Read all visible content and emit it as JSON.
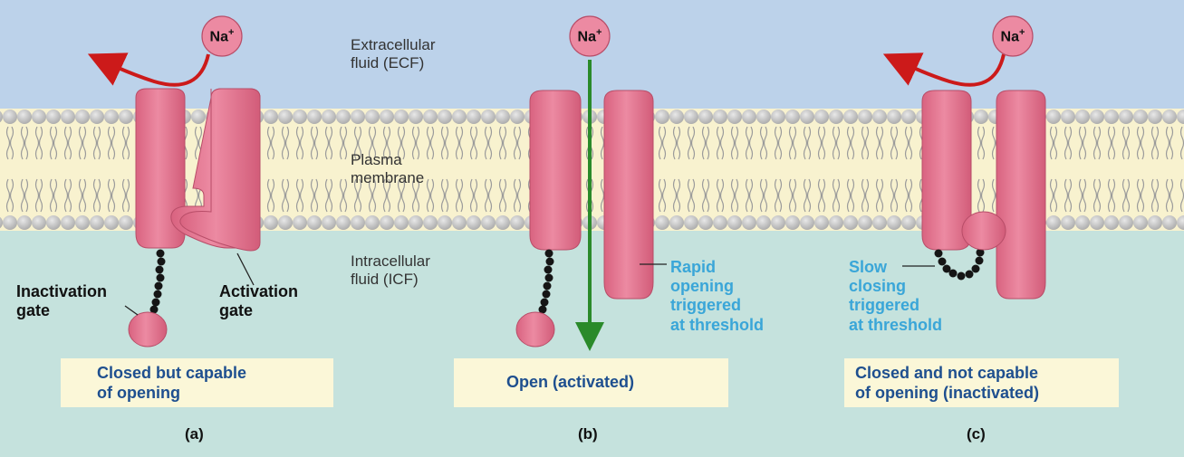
{
  "regions": {
    "extracellular": "Extracellular\nfluid (ECF)",
    "membrane": "Plasma\nmembrane",
    "intracellular": "Intracellular\nfluid (ICF)"
  },
  "ion": {
    "symbol": "Na",
    "charge": "+"
  },
  "labels": {
    "inactivation_gate": "Inactivation\ngate",
    "activation_gate": "Activation\ngate",
    "rapid_opening": "Rapid\nopening\ntriggered\nat threshold",
    "slow_closing": "Slow\nclosing\ntriggered\nat threshold"
  },
  "states": {
    "a": {
      "caption": "Closed but capable\nof opening",
      "panel": "(a)"
    },
    "b": {
      "caption": "Open (activated)",
      "panel": "(b)"
    },
    "c": {
      "caption": "Closed and not capable\nof opening (inactivated)",
      "panel": "(c)"
    }
  },
  "colors": {
    "ecf": "#bcd2ea",
    "membrane": "#f8f2cf",
    "icf": "#c5e2dd",
    "protein": "#e0738f",
    "arrow_red": "#cc1a1a",
    "arrow_green": "#2a8a2a",
    "caption_box": "#fbf7d8",
    "caption_text": "#1e4f8f",
    "cyan_text": "#3aa6d8"
  }
}
